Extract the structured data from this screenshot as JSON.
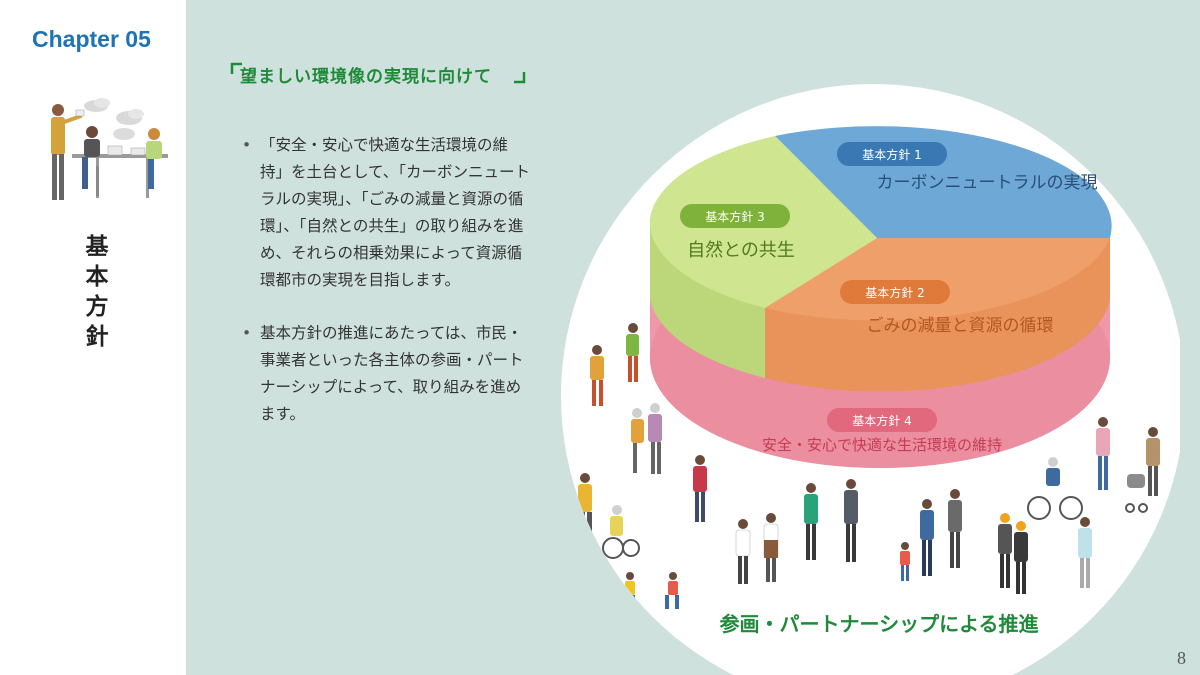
{
  "sidebar": {
    "chapter": "Chapter 05",
    "title_chars": [
      "基",
      "本",
      "方",
      "針"
    ]
  },
  "main": {
    "subheading": "望ましい環境像の実現に向けて",
    "bullets": [
      "「安全・安心で快適な生活環境の維持」を土台として、「カーボンニュートラルの実現」、「ごみの減量と資源の循環」、「自然との共生」の取り組みを進め、それらの相乗効果によって資源循環都市の実現を目指します。",
      "基本方針の推進にあたっては、市民・事業者といった各主体の参画・パートナーシップによって、取り組みを進めます。"
    ]
  },
  "diagram": {
    "policies": [
      {
        "badge": "基本方針 1",
        "label": "カーボンニュートラルの実現",
        "color": "#6ea8d6"
      },
      {
        "badge": "基本方針 2",
        "label": "ごみの減量と資源の循環",
        "color": "#efa06a"
      },
      {
        "badge": "基本方針 3",
        "label": "自然との共生",
        "color": "#cfe58f"
      },
      {
        "badge": "基本方針 4",
        "label": "安全・安心で快適な生活環境の維持",
        "color": "#ef9bab"
      }
    ],
    "caption": "参画・パートナーシップによる推進"
  },
  "page": {
    "number": "8"
  }
}
